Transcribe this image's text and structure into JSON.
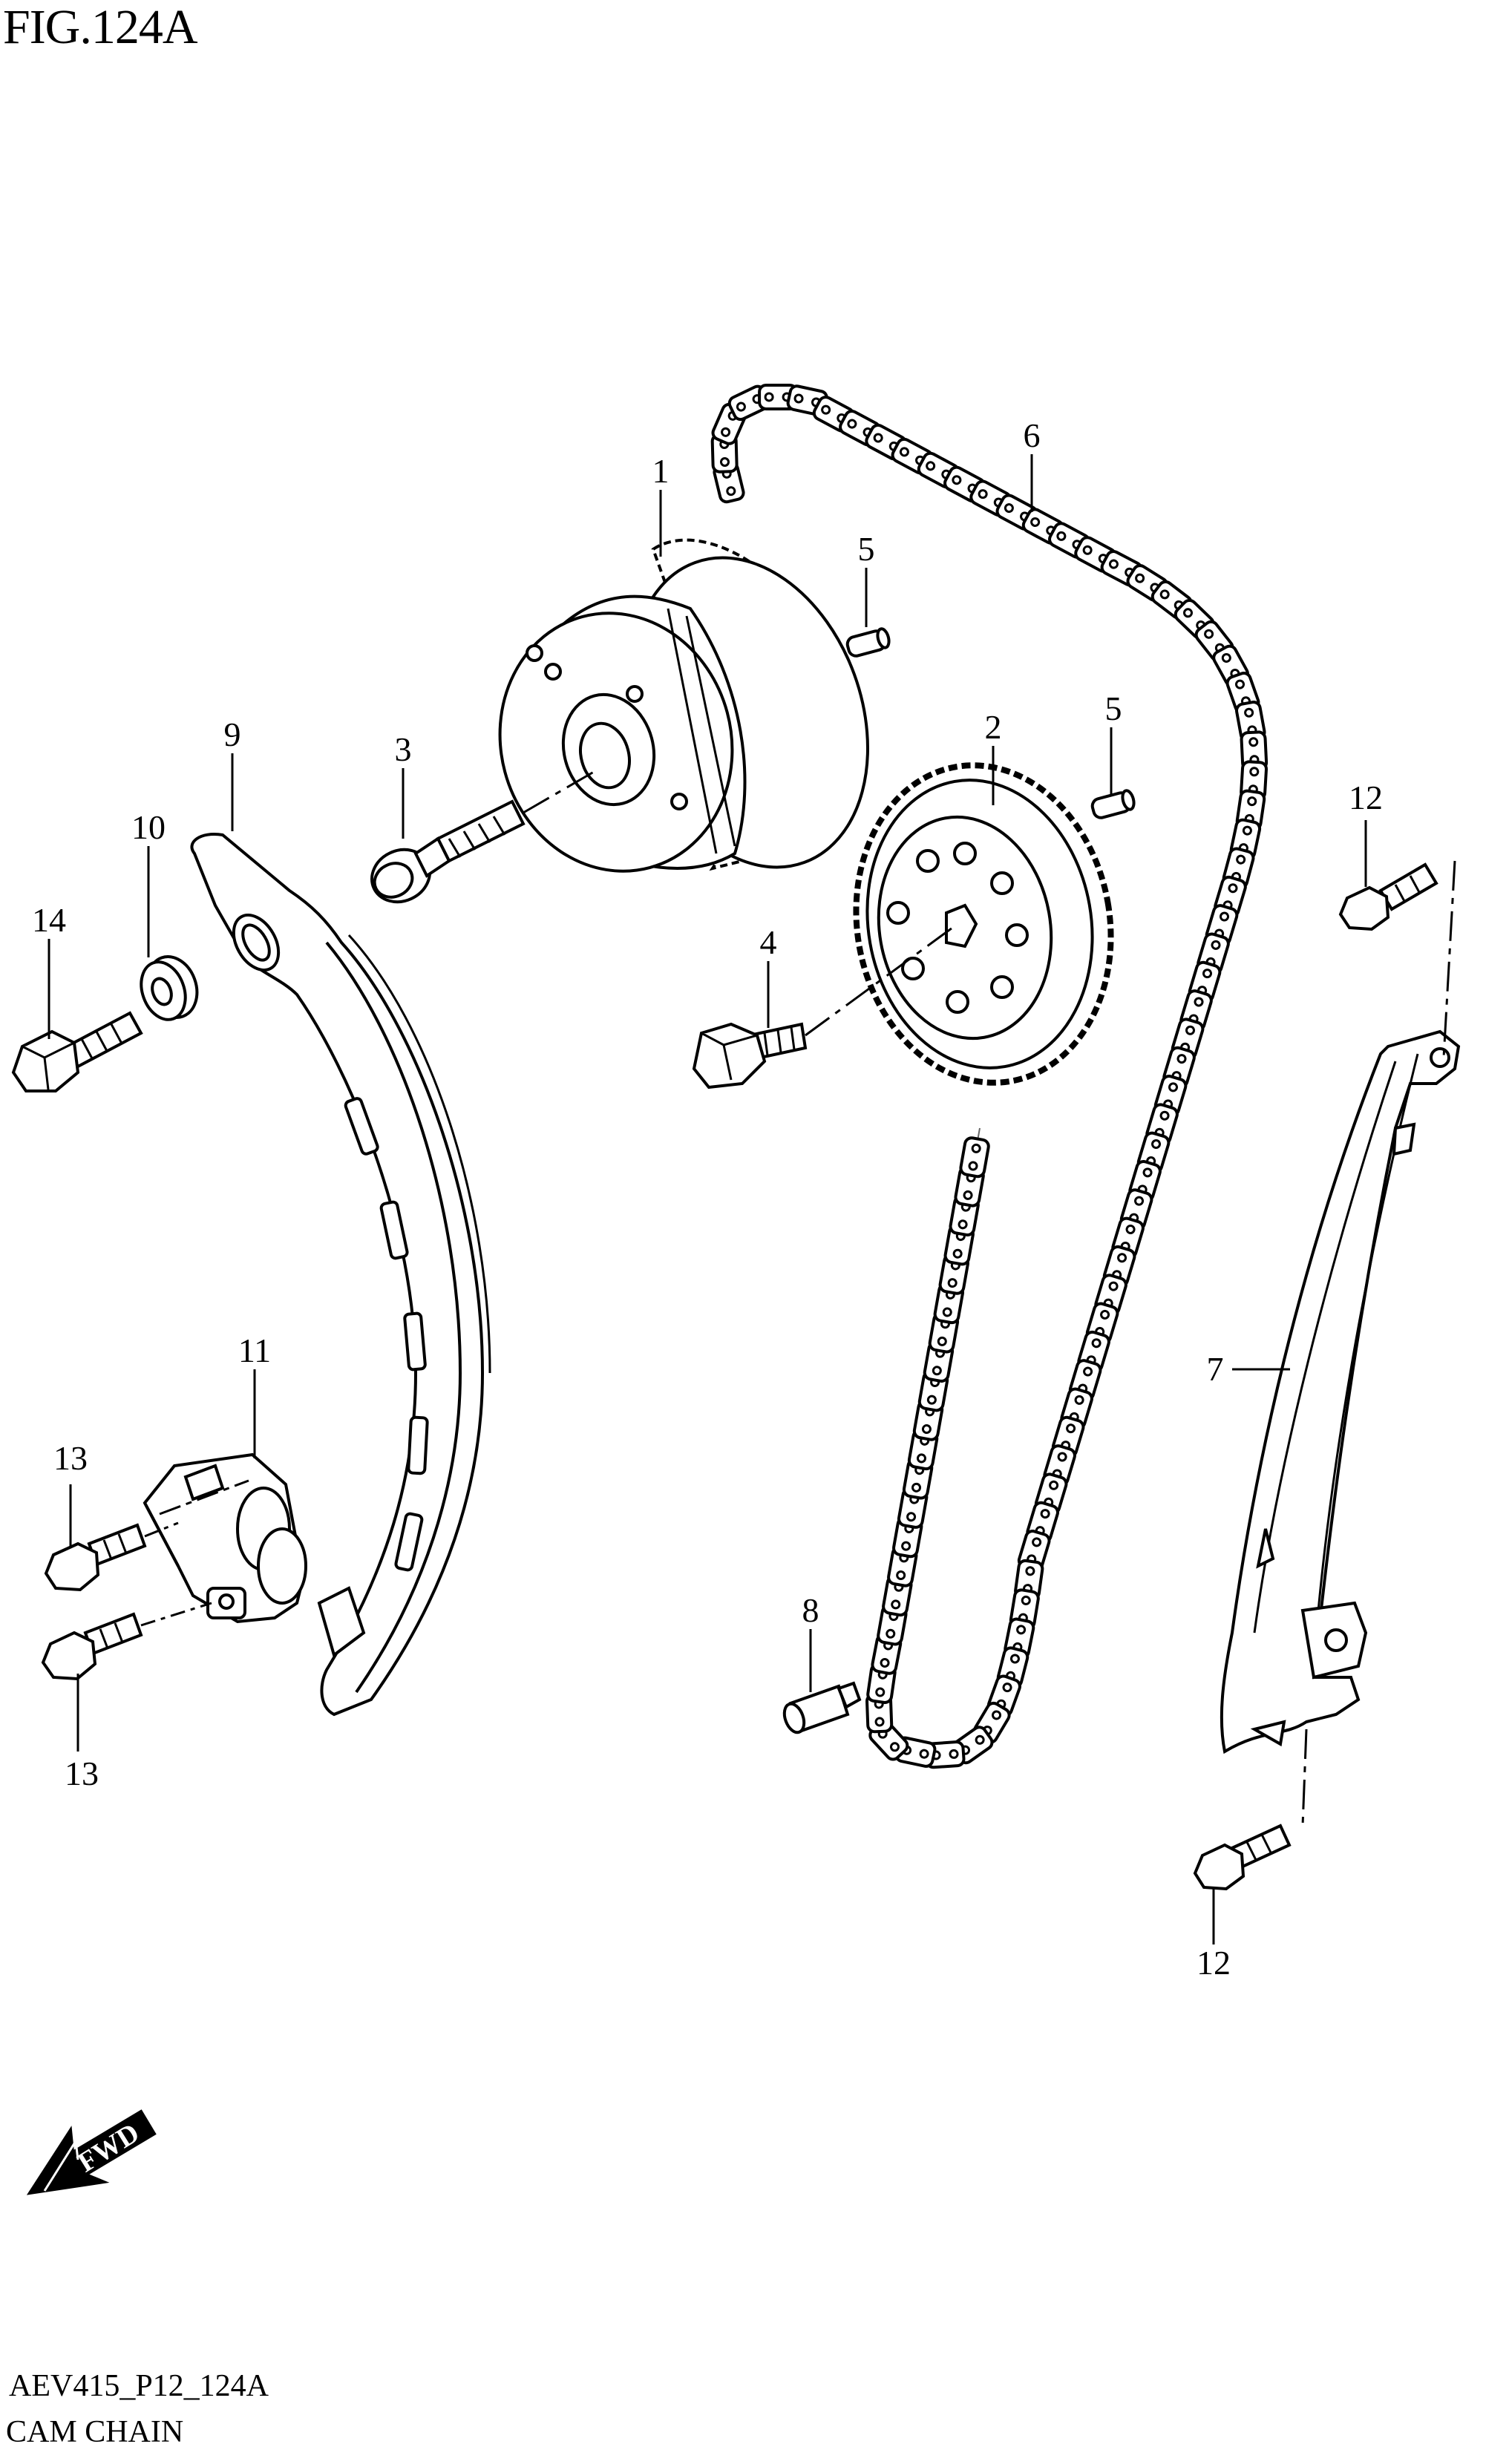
{
  "figure": {
    "title": "FIG.124A"
  },
  "footer": {
    "code": "AEV415_P12_124A",
    "name": "CAM CHAIN"
  },
  "fwd_label": "FWD",
  "callouts": [
    {
      "id": "callout-1",
      "label": "1"
    },
    {
      "id": "callout-2",
      "label": "2"
    },
    {
      "id": "callout-3",
      "label": "3"
    },
    {
      "id": "callout-4",
      "label": "4"
    },
    {
      "id": "callout-5a",
      "label": "5"
    },
    {
      "id": "callout-5b",
      "label": "5"
    },
    {
      "id": "callout-6",
      "label": "6"
    },
    {
      "id": "callout-7",
      "label": "7"
    },
    {
      "id": "callout-8",
      "label": "8"
    },
    {
      "id": "callout-9",
      "label": "9"
    },
    {
      "id": "callout-10",
      "label": "10"
    },
    {
      "id": "callout-11",
      "label": "11"
    },
    {
      "id": "callout-12a",
      "label": "12"
    },
    {
      "id": "callout-12b",
      "label": "12"
    },
    {
      "id": "callout-13a",
      "label": "13"
    },
    {
      "id": "callout-13b",
      "label": "13"
    },
    {
      "id": "callout-14",
      "label": "14"
    }
  ]
}
